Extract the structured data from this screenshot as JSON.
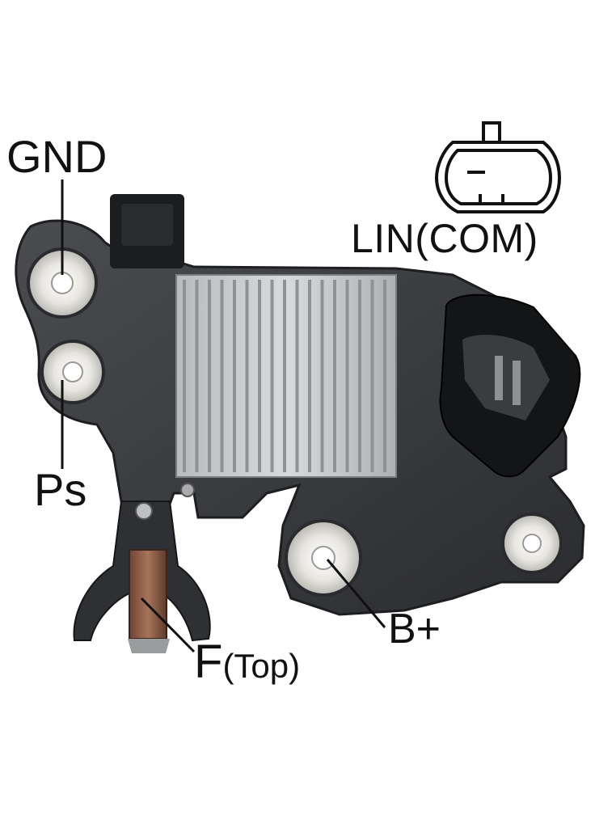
{
  "labels": {
    "gnd": "GND",
    "lin_com": "LIN(COM)",
    "ps": "Ps",
    "b_plus": "B+",
    "f_main": "F",
    "f_top": "(Top)"
  },
  "icons": {
    "connector": "connector-outline-icon"
  },
  "colors": {
    "housing": "#3b3d40",
    "housing_dark": "#232427",
    "heatsink": "#c9ccce",
    "terminal": "#e6e4df",
    "brush": "#8a5a44",
    "text": "#111111"
  }
}
